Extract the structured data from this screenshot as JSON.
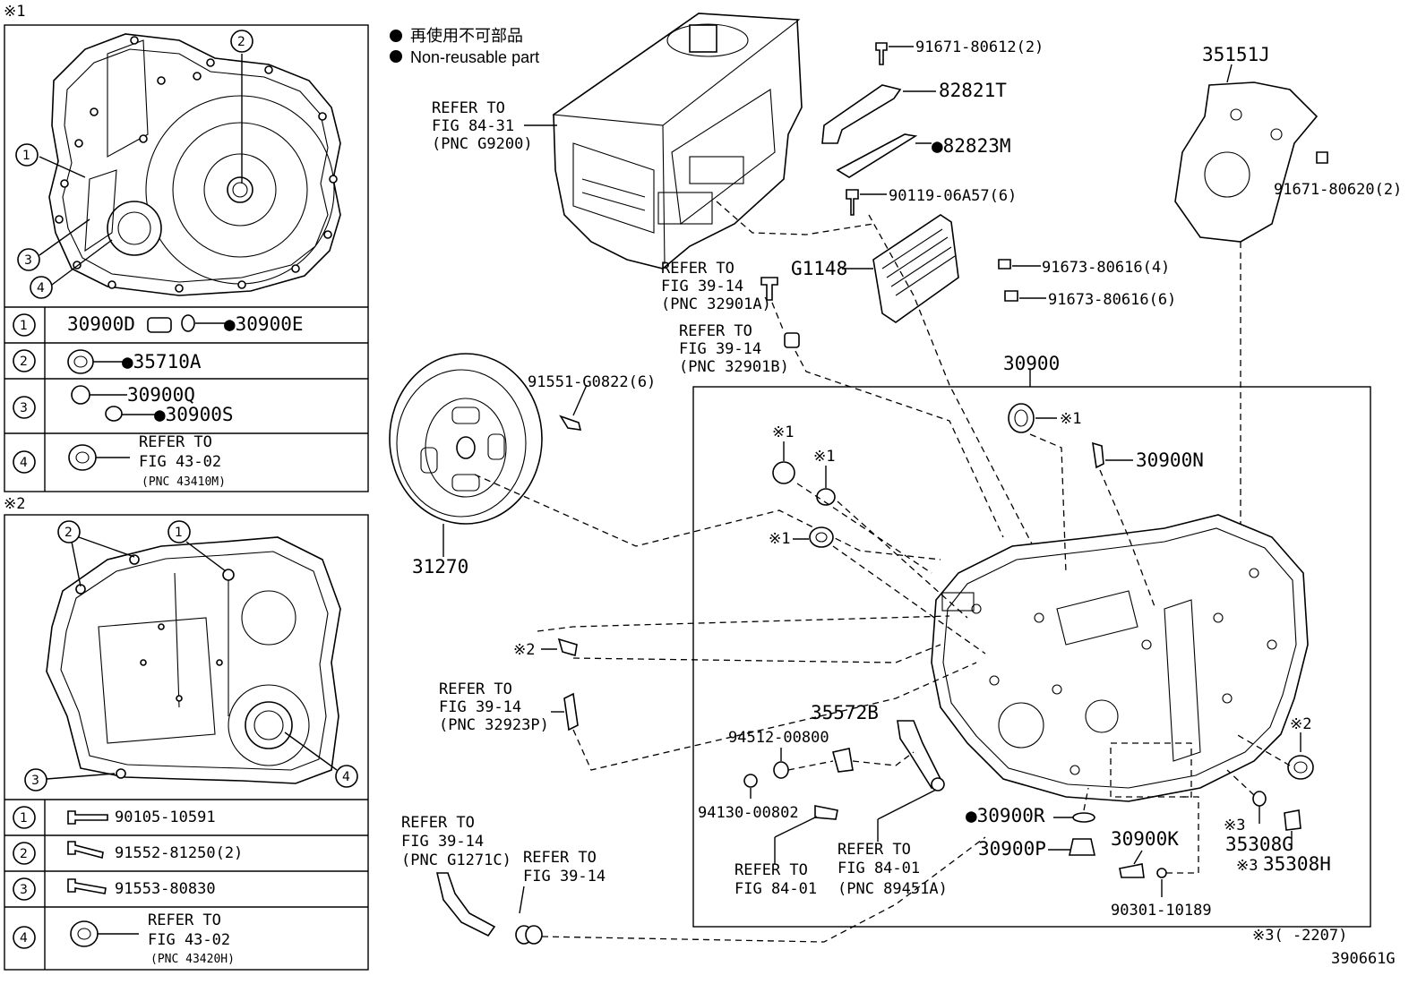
{
  "legend": {
    "bullet_jp": "再使用不可部品",
    "bullet_en": "Non-reusable part"
  },
  "note_marks": {
    "m1": "※1",
    "m2": "※2",
    "m3": "※3"
  },
  "inset1": {
    "heading": "※1",
    "rows": [
      {
        "num": "1",
        "parts": [
          "30900D",
          "●30900E"
        ]
      },
      {
        "num": "2",
        "parts": [
          "●35710A"
        ]
      },
      {
        "num": "3",
        "parts": [
          "30900Q",
          "●30900S"
        ]
      },
      {
        "num": "4",
        "refer": [
          "REFER TO",
          "FIG 43-02",
          "(PNC 43410M)"
        ]
      }
    ]
  },
  "inset2": {
    "heading": "※2",
    "rows": [
      {
        "num": "1",
        "parts": [
          "90105-10591"
        ]
      },
      {
        "num": "2",
        "parts": [
          "91552-81250(2)"
        ]
      },
      {
        "num": "3",
        "parts": [
          "91553-80830"
        ]
      },
      {
        "num": "4",
        "refer": [
          "REFER TO",
          "FIG 43-02",
          "(PNC 43420H)"
        ]
      }
    ]
  },
  "main_labels": {
    "refer_g9200": [
      "REFER TO",
      "FIG 84-31",
      "(PNC G9200)"
    ],
    "p_91671_80612": "91671-80612(2)",
    "p_82821T": "82821T",
    "p_82823M": "●82823M",
    "p_90119": "90119-06A57(6)",
    "p_G1148": "G1148",
    "p_91673_4": "91673-80616(4)",
    "p_91673_6": "91673-80616(6)",
    "p_35151J": "35151J",
    "p_91671_80620": "91671-80620(2)",
    "refer_32901A": [
      "REFER TO",
      "FIG 39-14",
      "(PNC 32901A)"
    ],
    "refer_32901B": [
      "REFER TO",
      "FIG 39-14",
      "(PNC 32901B)"
    ],
    "p_91551": "91551-G0822(6)",
    "p_31270": "31270",
    "p_30900": "30900",
    "p_30900N": "30900N",
    "refer_32923P": [
      "REFER TO",
      "FIG 39-14",
      "(PNC 32923P)"
    ],
    "p_35572B": "35572B",
    "p_94512": "94512-00800",
    "p_94130": "94130-00802",
    "refer_84_01_a": [
      "REFER TO",
      "FIG 84-01"
    ],
    "refer_89451A": [
      "REFER TO",
      "FIG 84-01",
      "(PNC 89451A)"
    ],
    "p_30900R": "●30900R",
    "p_30900P": "30900P",
    "p_30900K": "30900K",
    "p_90301": "90301-10189",
    "p_35308G": "35308G",
    "p_35308H": "35308H",
    "refer_G1271C": [
      "REFER TO",
      "FIG 39-14",
      "(PNC G1271C)"
    ],
    "refer_39_14": [
      "REFER TO",
      "FIG 39-14"
    ],
    "footnote": "※3(    -2207)",
    "fig_code": "390661G"
  }
}
